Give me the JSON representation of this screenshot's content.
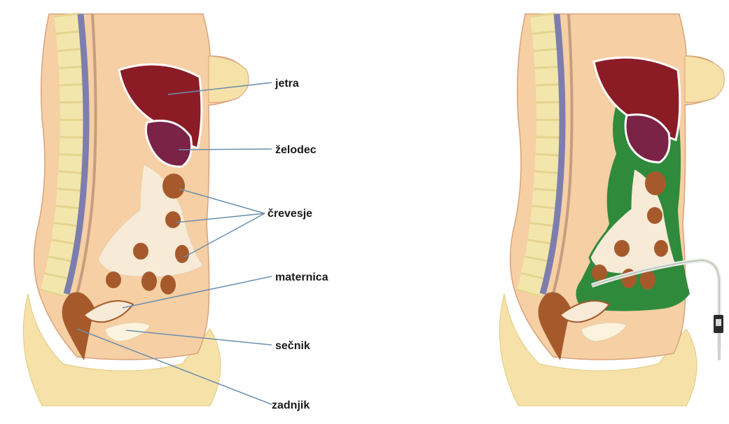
{
  "labels": {
    "liver": "jetra",
    "stomach": "želodec",
    "intestines": "črevesje",
    "uterus": "maternica",
    "bladder": "sečnik",
    "rectum": "zadnjik"
  },
  "colors": {
    "skin": "#f6cfa4",
    "skin_outline": "#d9a27a",
    "buttock": "#f6e2a8",
    "liver": "#8b1c26",
    "stomach": "#7b2247",
    "intestine": "#a65a2c",
    "intestine_light": "#f7ead7",
    "spine_disc": "#f2e6ad",
    "spine_cord": "#7c7fae",
    "dialysate": "#2f8a3c",
    "pointer": "#6a8fae"
  },
  "icons": {
    "catheter": "catheter-icon"
  }
}
